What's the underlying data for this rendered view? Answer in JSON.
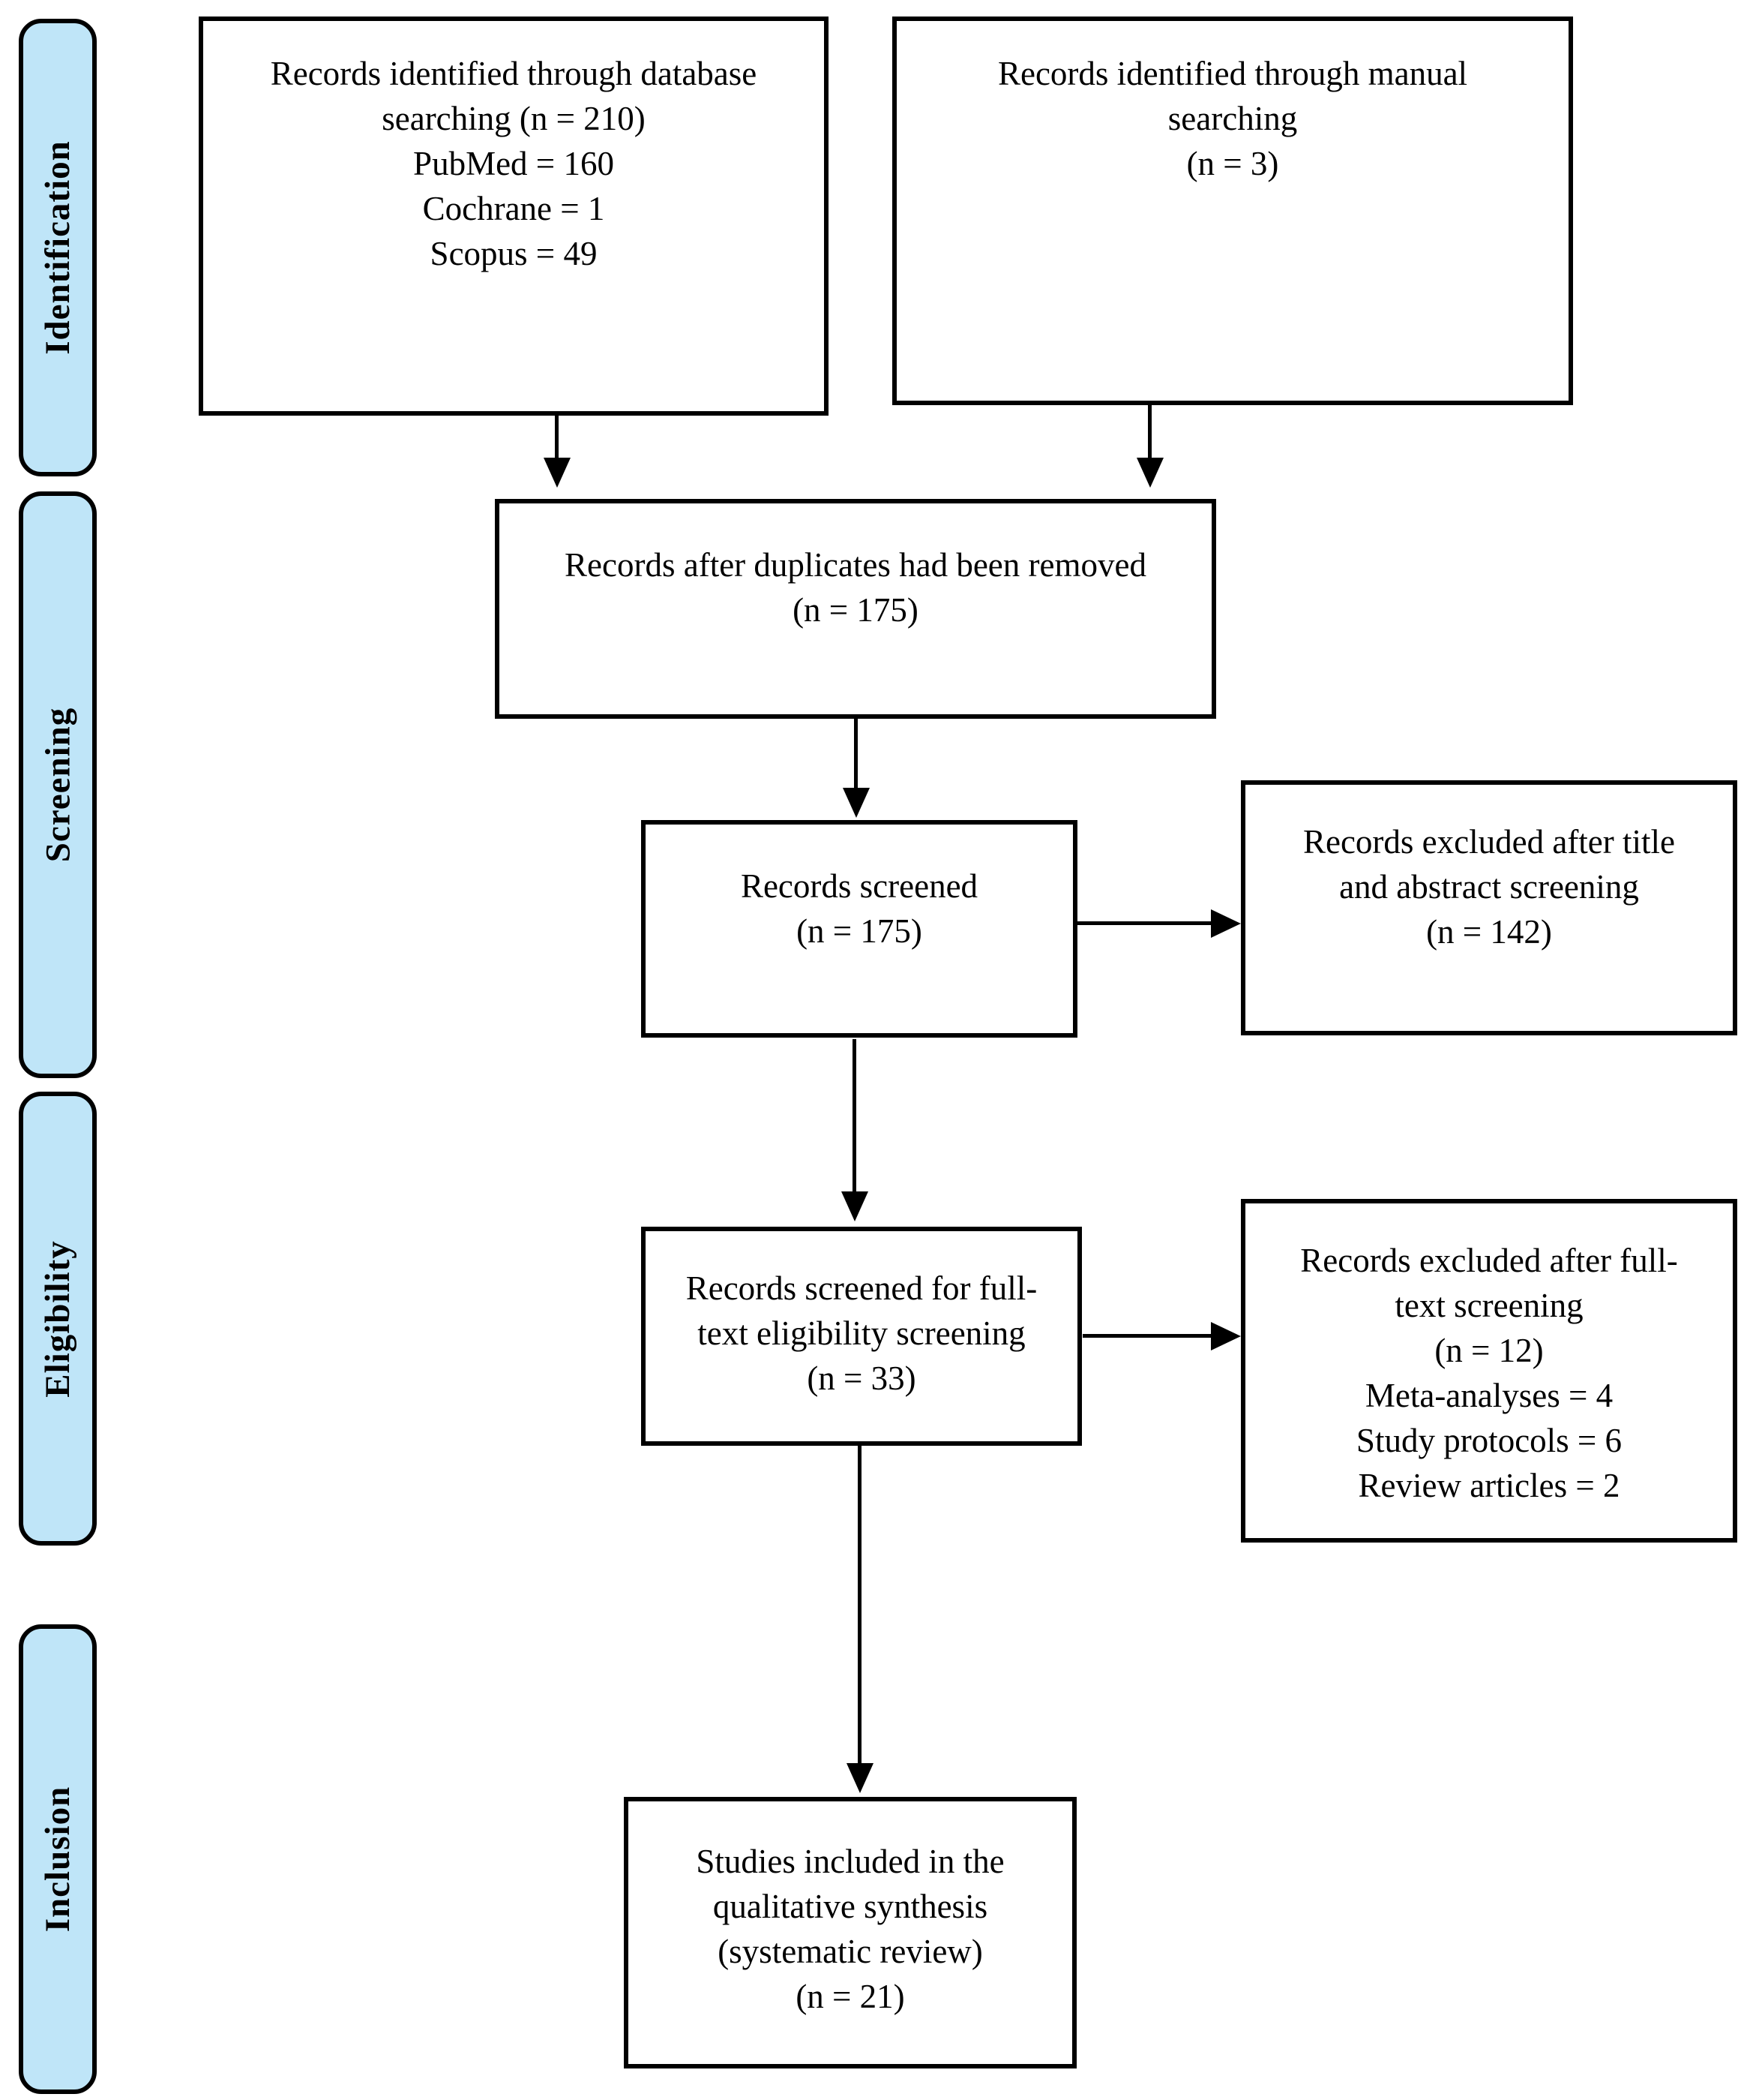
{
  "stages": [
    {
      "label": "Identification"
    },
    {
      "label": "Screening"
    },
    {
      "label": "Eligibility"
    },
    {
      "label": "Inclusion"
    }
  ],
  "boxes": {
    "database": {
      "lines": [
        "Records identified through database",
        "searching (n = 210)",
        "PubMed = 160",
        "Cochrane = 1",
        "Scopus = 49"
      ]
    },
    "manual": {
      "lines": [
        "Records identified through manual",
        "searching",
        "(n = 3)"
      ]
    },
    "duplicates": {
      "lines": [
        "Records after duplicates had been removed",
        "(n = 175)"
      ]
    },
    "screened": {
      "lines": [
        "Records screened",
        "(n = 175)"
      ]
    },
    "excluded_title_abstract": {
      "lines": [
        "Records excluded after title",
        "and abstract screening",
        "(n = 142)"
      ]
    },
    "fulltext_eligibility": {
      "lines": [
        "Records screened for full-",
        "text eligibility screening",
        "(n = 33)"
      ]
    },
    "excluded_fulltext": {
      "lines": [
        "Records excluded after full-",
        "text screening",
        "(n = 12)",
        "Meta-analyses = 4",
        "Study protocols = 6",
        "Review articles = 2"
      ]
    },
    "included": {
      "lines": [
        "Studies included in the",
        "qualitative synthesis",
        "(systematic review)",
        "(n = 21)"
      ]
    }
  },
  "colors": {
    "stage_fill": "#bfe5f8",
    "border": "#000000",
    "box_fill": "#ffffff",
    "arrow": "#000000"
  }
}
